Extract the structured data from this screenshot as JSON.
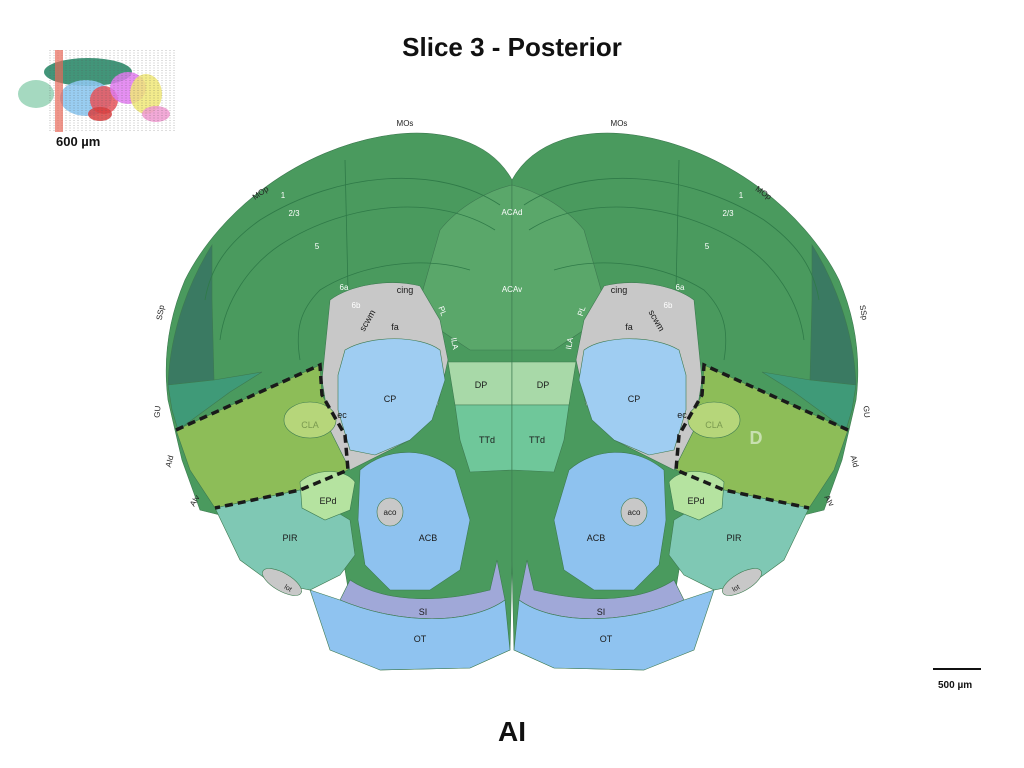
{
  "title": "Slice 3 - Posterior",
  "footer": "AI",
  "inset": {
    "label": "600 µm"
  },
  "scale_bar": {
    "label": "500 µm"
  },
  "colors": {
    "cortex": "#4a9a5e",
    "cortex_dark": "#3e8a63",
    "ssp": "#3a7a62",
    "gu": "#3f9a78",
    "ai_region": "#8dbd58",
    "cla": "#b6d67a",
    "acc": "#5aa76a",
    "striatum": "#9fcdf2",
    "striatum_dark": "#8ec2ef",
    "fiber": "#c8c8c8",
    "dp": "#a8d9a8",
    "ttd": "#6fc79a",
    "pir": "#7fc8b4",
    "epd": "#b5e3a0",
    "si": "#a0a8d8",
    "ot": "#8fc3f0"
  },
  "regions": {
    "mos": "MOs",
    "mop": "MOp",
    "layer1": "1",
    "layer23": "2/3",
    "layer5": "5",
    "layer6a": "6a",
    "layer6b": "6b",
    "acad": "ACAd",
    "acav": "ACAv",
    "pl": "PL",
    "ila": "ILA",
    "ssp": "SSp",
    "gu": "GU",
    "aid": "AId",
    "aiv": "AIv",
    "cing": "cing",
    "fa": "fa",
    "scwm": "scwm",
    "cp": "CP",
    "ec": "ec",
    "cla": "CLA",
    "dp": "DP",
    "ttd": "TTd",
    "epd": "EPd",
    "aco": "aco",
    "acb": "ACB",
    "pir": "PIR",
    "lot": "lot",
    "si": "SI",
    "ot": "OT"
  },
  "highlight_marker": "D"
}
